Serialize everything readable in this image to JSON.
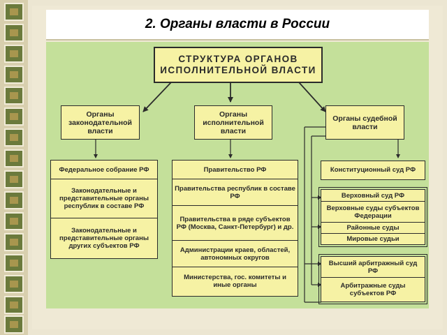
{
  "slide_title": "2. Органы власти в России",
  "diagram": {
    "root": "СТРУКТУРА ОРГАНОВ ИСПОЛНИТЕЛЬНОЙ ВЛАСТИ",
    "branches": {
      "legislative": {
        "title": "Органы законодательной власти",
        "items": [
          "Федеральное собрание РФ",
          "Законодательные и представительные органы республик в составе РФ",
          "Законодательные и представительные органы других субъектов РФ"
        ]
      },
      "executive": {
        "title": "Органы исполнительной власти",
        "items": [
          "Правительство РФ",
          "Правительства республик в составе РФ",
          "Правительства в ряде субъектов РФ (Москва, Санкт-Петербург) и др.",
          "Администрации краев, областей, автономных округов",
          "Министерства, гос. комитеты и иные органы"
        ]
      },
      "judicial": {
        "title": "Органы судебной власти",
        "constitutional": "Конституционный суд РФ",
        "general_courts": [
          "Верховный суд РФ",
          "Верховные суды субъектов Федерации",
          "Районные суды",
          "Мировые судьи"
        ],
        "arbitration_courts": [
          "Высший арбитражный суд РФ",
          "Арбитражные суды субъектов РФ"
        ]
      }
    }
  },
  "colors": {
    "panel": "#c4e09a",
    "box": "#f6f2a4",
    "border": "#2b2b2b",
    "background": "#ece6d2"
  }
}
